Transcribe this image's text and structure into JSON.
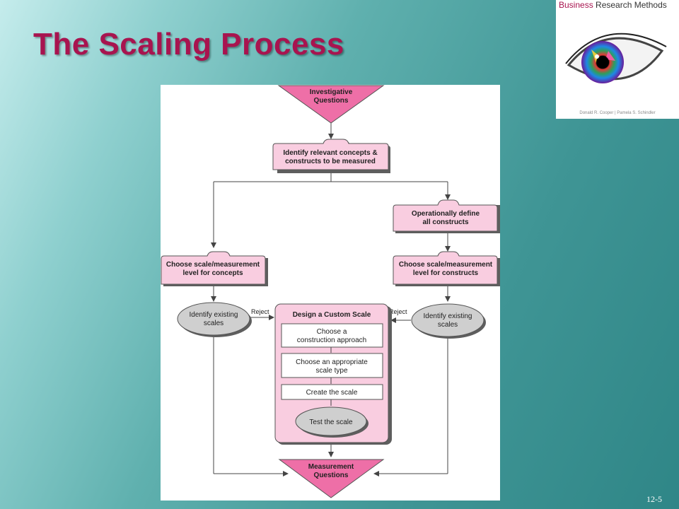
{
  "slide": {
    "title": "The Scaling Process",
    "number": "12-5"
  },
  "book": {
    "title_word1": "Business",
    "title_word2": "Research Methods",
    "authors": "Donald R. Cooper   |   Pamela S. Schindler"
  },
  "flowchart": {
    "start": [
      "Investigative",
      "Questions"
    ],
    "identify_concepts": [
      "Identify relevant concepts &",
      "constructs to be measured"
    ],
    "operationally_define": [
      "Operationally define",
      "all constructs"
    ],
    "choose_left": [
      "Choose scale/measurement",
      "level for concepts"
    ],
    "choose_right": [
      "Choose scale/measurement",
      "level for constructs"
    ],
    "existing_left": [
      "Identify existing",
      "scales"
    ],
    "existing_right": [
      "Identify existing",
      "scales"
    ],
    "reject_label": "Reject",
    "custom_title": "Design a Custom Scale",
    "step1": [
      "Choose a",
      "construction approach"
    ],
    "step2": [
      "Choose an appropriate",
      "scale type"
    ],
    "step3": "Create the scale",
    "step4": "Test the scale",
    "end": [
      "Measurement",
      "Questions"
    ]
  },
  "colors": {
    "title": "#a8144f",
    "box_fill": "#f9cde0",
    "box_stroke": "#555555",
    "triangle_fill": "#ee6fa7",
    "oval_fill": "#cfcfcf"
  }
}
